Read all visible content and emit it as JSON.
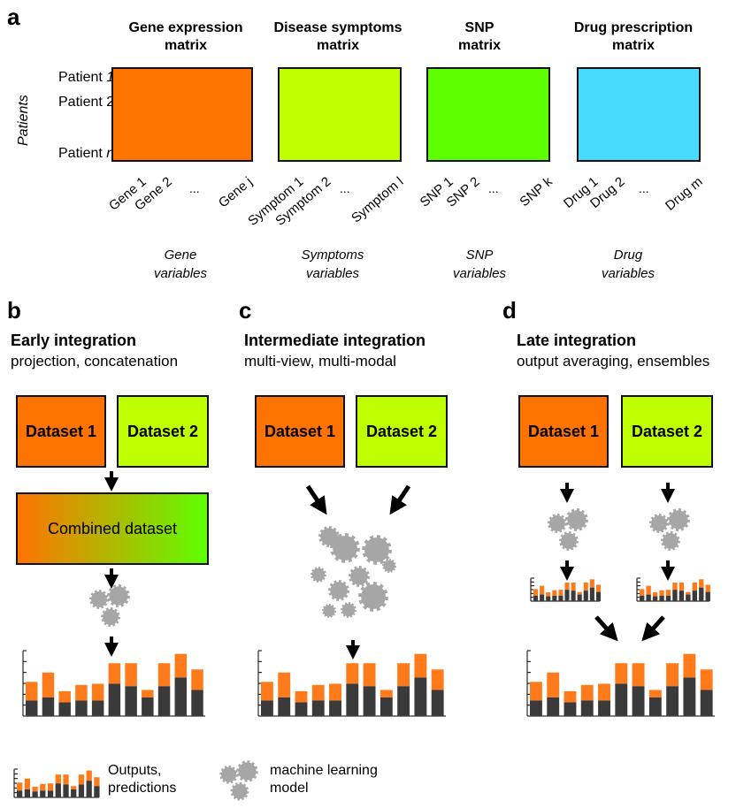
{
  "panel_a": {
    "letter": "a",
    "y_axis_label": "Patients",
    "patients": {
      "p1_prefix": "Patient",
      "p1_index": "1",
      "p2": "Patient 2",
      "pn_prefix": "Patient",
      "pn_index": "n"
    },
    "matrices": [
      {
        "title_line1": "Gene expression",
        "title_line2": "matrix",
        "color": "#FF7300",
        "col1": "Gene 1",
        "col2": "Gene 2",
        "dots": "...",
        "coln": "Gene j",
        "var_line1": "Gene",
        "var_line2": "variables"
      },
      {
        "title_line1": "Disease symptoms",
        "title_line2": "matrix",
        "color": "#BFFF00",
        "col1": "Symptom 1",
        "col2": "Symptom 2",
        "dots": "...",
        "coln": "Symptom l",
        "var_line1": "Symptoms",
        "var_line2": "variables"
      },
      {
        "title_line1": "SNP",
        "title_line2": "matrix",
        "color": "#5EFF00",
        "col1": "SNP 1",
        "col2": "SNP 2",
        "dots": "...",
        "coln": "SNP k",
        "var_line1": "SNP",
        "var_line2": "variables"
      },
      {
        "title_line1": "Drug prescription",
        "title_line2": "matrix",
        "color": "#48DBFF",
        "col1": "Drug 1",
        "col2": "Drug 2",
        "dots": "...",
        "coln": "Drug m",
        "var_line1": "Drug",
        "var_line2": "variables"
      }
    ]
  },
  "panel_b": {
    "letter": "b",
    "title": "Early integration",
    "subtitle": "projection, concatenation",
    "dataset1": "Dataset 1",
    "dataset2": "Dataset 2",
    "combined": "Combined dataset"
  },
  "panel_c": {
    "letter": "c",
    "title": "Intermediate integration",
    "subtitle": "multi-view, multi-modal",
    "dataset1": "Dataset 1",
    "dataset2": "Dataset 2"
  },
  "panel_d": {
    "letter": "d",
    "title": "Late integration",
    "subtitle": "output averaging, ensembles",
    "dataset1": "Dataset 1",
    "dataset2": "Dataset 2"
  },
  "legend": {
    "outputs_line1": "Outputs,",
    "outputs_line2": "predictions",
    "model_line1": "machine learning",
    "model_line2": "model"
  },
  "colors": {
    "orange": "#FF7300",
    "lime": "#BFFF00",
    "gear": "#A6A6A6",
    "bar_dark": "#3A3A3A",
    "bar_orange": "#FF7A1A"
  },
  "bar_icon": {
    "dark": [
      0.25,
      0.3,
      0.22,
      0.25,
      0.25,
      0.52,
      0.48,
      0.3,
      0.48,
      0.62,
      0.42
    ],
    "total": [
      0.55,
      0.7,
      0.4,
      0.5,
      0.52,
      0.85,
      0.85,
      0.42,
      0.85,
      1.0,
      0.75
    ]
  }
}
